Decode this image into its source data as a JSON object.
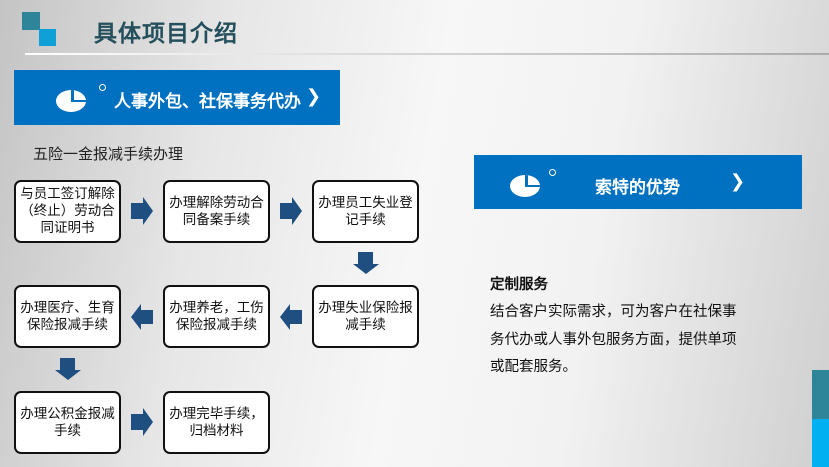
{
  "header": {
    "title": "具体项目介绍"
  },
  "banner_left": {
    "label": "人事外包、社保事务代办",
    "icon": "pie-chart-icon"
  },
  "banner_right": {
    "label": "索特的优势",
    "icon": "pie-chart-icon"
  },
  "flow": {
    "title": "五险一金报减手续办理",
    "steps": [
      "与员工签订解除（终止）劳动合同证明书",
      "办理解除劳动合同备案手续",
      "办理员工失业登记手续",
      "办理失业保险报减手续",
      "办理养老，工伤保险报减手续",
      "办理医疗、生育保险报减手续",
      "办理公积金报减手续",
      "办理完毕手续，归档材料"
    ]
  },
  "advantage": {
    "heading": "定制服务",
    "lines": [
      "结合客户实际需求，可为客户在社保事",
      "务代办或人事外包服务方面，提供单项",
      "或配套服务。"
    ]
  },
  "colors": {
    "accent": "#0070c0",
    "teal": "#2e8499",
    "cyan": "#00b0f0",
    "arrow": "#1f4e80"
  }
}
